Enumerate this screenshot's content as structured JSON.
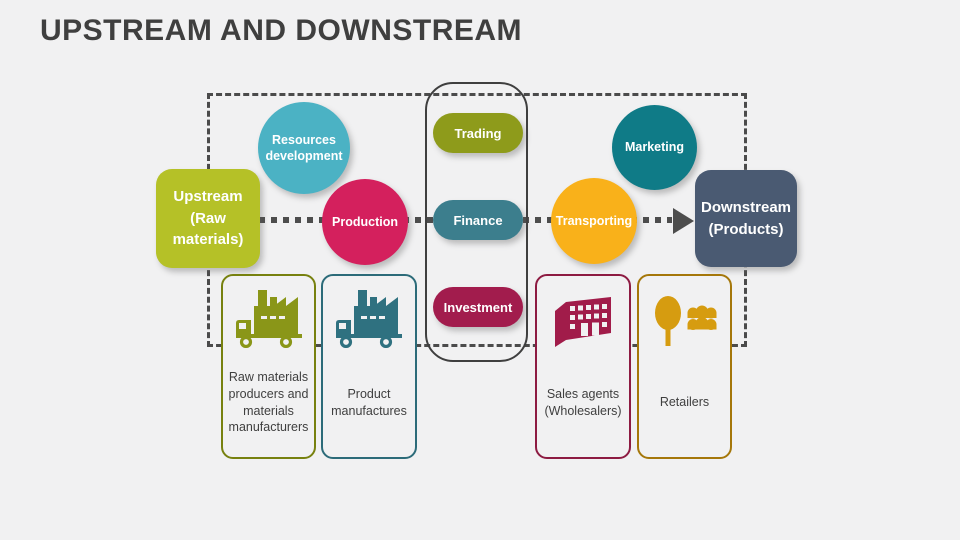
{
  "slide": {
    "title": "UPSTREAM AND DOWNSTREAM",
    "background_color": "#f1f1f2",
    "title_color": "#3f3f3f"
  },
  "flow": {
    "upstream_box": {
      "label": "Upstream\n(Raw\nmaterials)",
      "color": "#b5c127"
    },
    "downstream_box": {
      "label": "Downstream\n(Products)",
      "color": "#4a5a72"
    },
    "circles": [
      {
        "id": "resources-development",
        "label": "Resources\ndevelopment",
        "color": "#4bb2c4"
      },
      {
        "id": "production",
        "label": "Production",
        "color": "#d4205d"
      },
      {
        "id": "transporting",
        "label": "Transporting",
        "color": "#f9b11a"
      },
      {
        "id": "marketing",
        "label": "Marketing",
        "color": "#0f7b87"
      }
    ],
    "pills": [
      {
        "id": "trading",
        "label": "Trading",
        "color": "#8e9b1b"
      },
      {
        "id": "finance",
        "label": "Finance",
        "color": "#3c7e8d"
      },
      {
        "id": "investment",
        "label": "Investment",
        "color": "#a21c4d"
      }
    ],
    "connector_color": "#4d4d4d",
    "boundary_color": "#4b4b4b",
    "mid_outline_color": "#3f3f3f"
  },
  "stages": [
    {
      "label": "Raw materials\nproducers and\nmaterials\nmanufacturers",
      "icon": "factory-truck-icon",
      "icon_color": "#8a9618",
      "border_color": "#77810f"
    },
    {
      "label": "Product\nmanufactures",
      "icon": "factory-truck-icon",
      "icon_color": "#2f7180",
      "border_color": "#2c6b79"
    },
    {
      "label": "Sales agents\n(Wholesalers)",
      "icon": "warehouse-building-icon",
      "icon_color": "#a11c4a",
      "border_color": "#8d1b42"
    },
    {
      "label": "Retailers",
      "icon": "tree-storefront-icon",
      "icon_color": "#d69c10",
      "border_color": "#a5770a"
    }
  ]
}
